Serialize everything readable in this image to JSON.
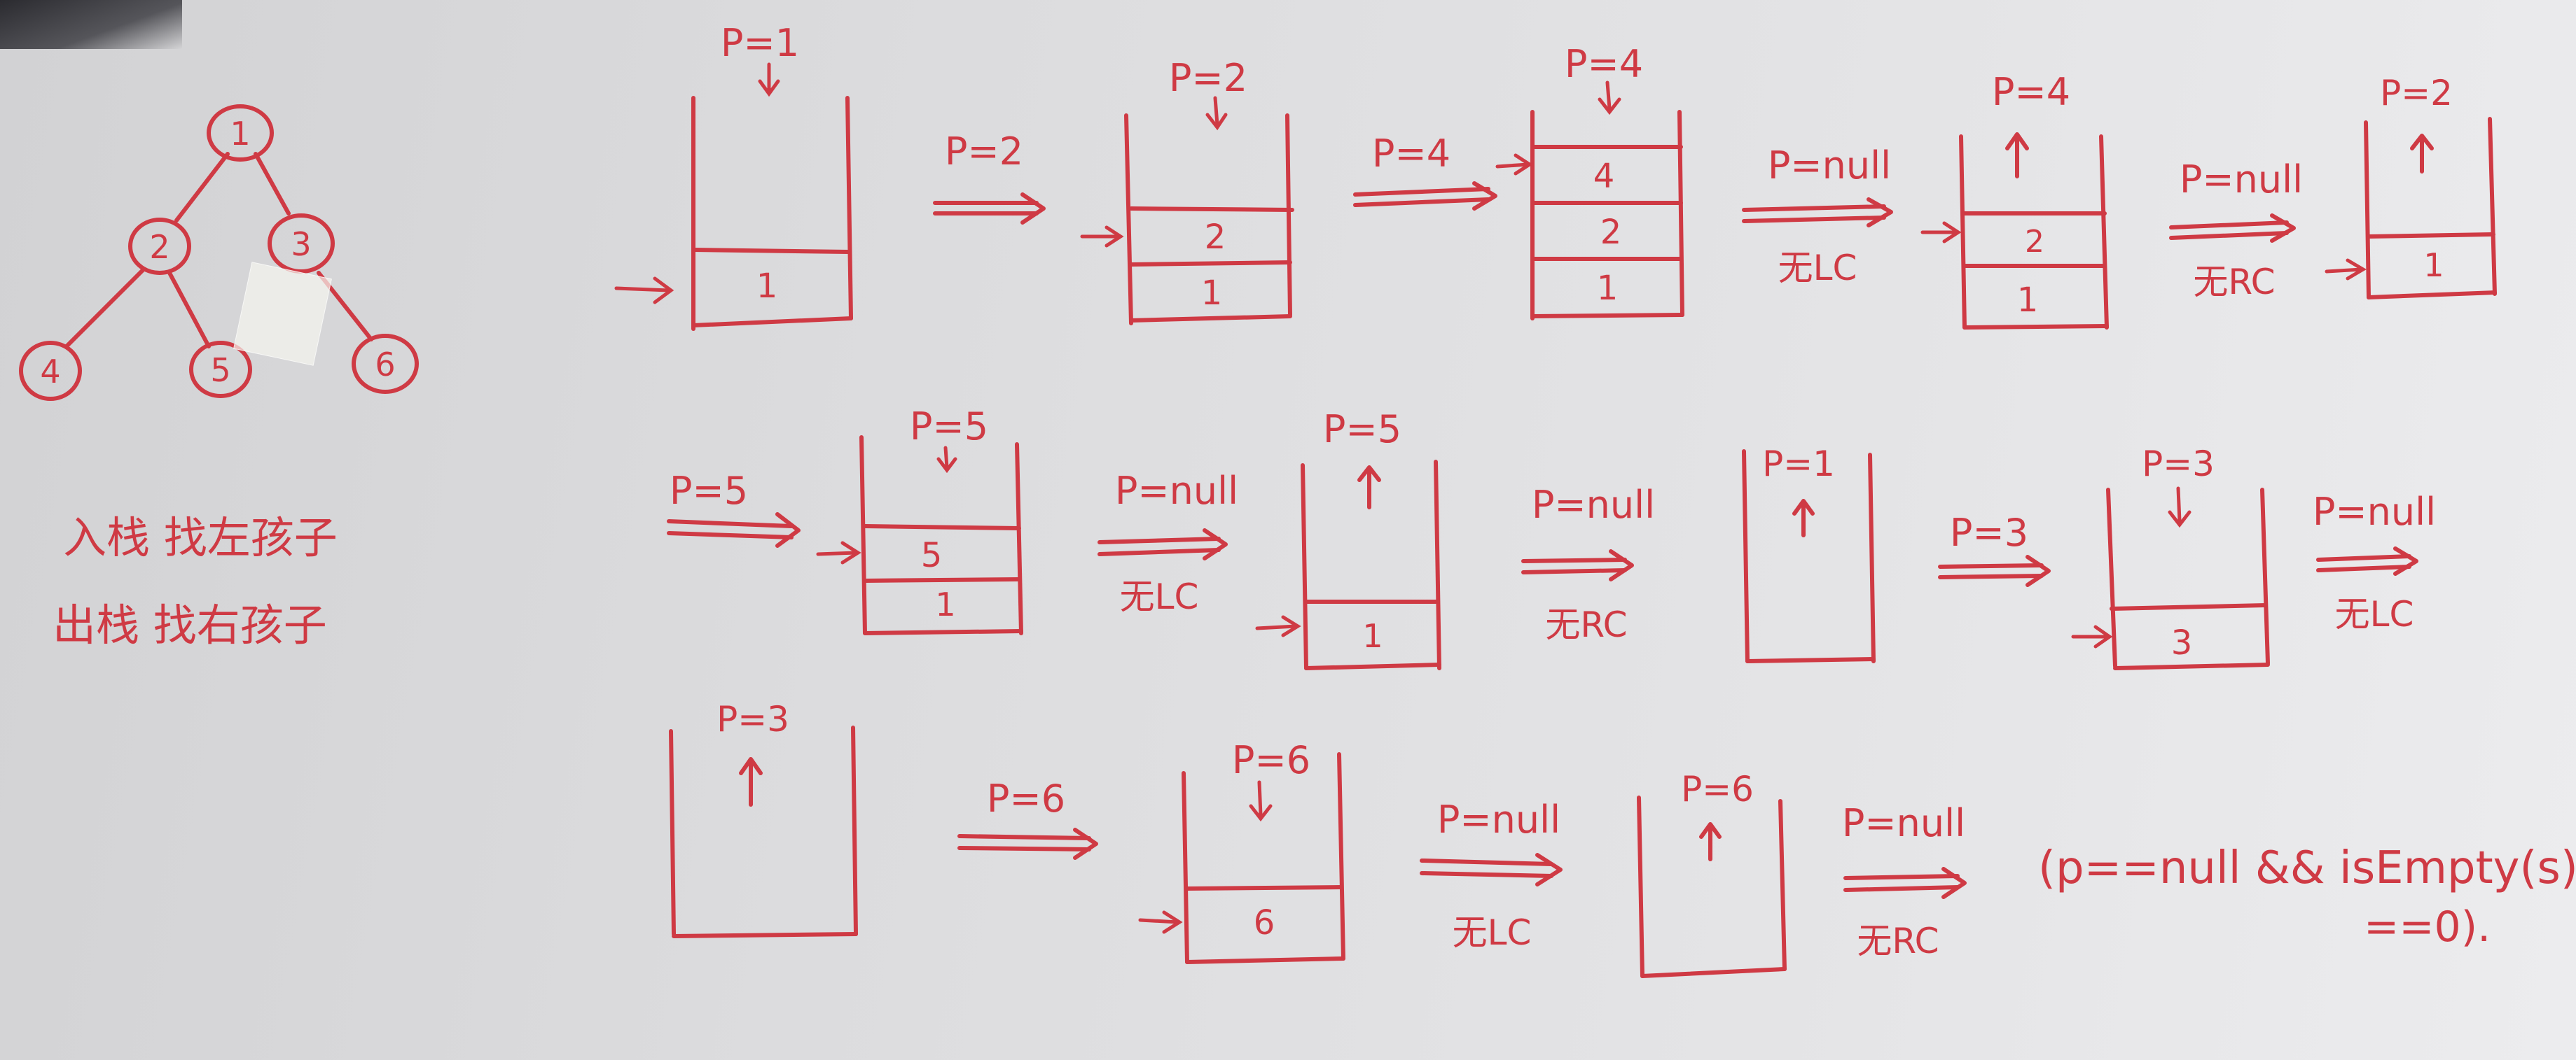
{
  "tree": {
    "nodes": [
      {
        "label": "1"
      },
      {
        "label": "2"
      },
      {
        "label": "3"
      },
      {
        "label": "4"
      },
      {
        "label": "5"
      },
      {
        "label": "6"
      }
    ]
  },
  "notes": {
    "line1": "入栈 找左孩子",
    "line2": "出栈 找右孩子"
  },
  "row1": {
    "s1": {
      "p": "P=1",
      "cells": [
        "1"
      ]
    },
    "t1": {
      "top": "P=2",
      "bottom": ""
    },
    "s2": {
      "p": "P=2",
      "cells": [
        "2",
        "1"
      ]
    },
    "t2": {
      "top": "P=4",
      "bottom": ""
    },
    "s3": {
      "p": "P=4",
      "cells": [
        "4",
        "2",
        "1"
      ]
    },
    "t3": {
      "top": "P=null",
      "bottom": "无LC"
    },
    "s4": {
      "p": "P=4",
      "cells": [
        "2",
        "1"
      ]
    },
    "t4": {
      "top": "P=null",
      "bottom": "无RC"
    },
    "s5": {
      "p": "P=2",
      "cells": [
        "1"
      ]
    }
  },
  "row2": {
    "t0": {
      "top": "P=5",
      "bottom": ""
    },
    "s1": {
      "p": "P=5",
      "cells": [
        "5",
        "1"
      ]
    },
    "t1": {
      "top": "P=null",
      "bottom": "无LC"
    },
    "s2": {
      "p": "P=5",
      "cells": [
        "1"
      ]
    },
    "t2": {
      "top": "P=null",
      "bottom": "无RC"
    },
    "s3": {
      "p": "P=1",
      "cells": []
    },
    "t3": {
      "top": "P=3",
      "bottom": ""
    },
    "s4": {
      "p": "P=3",
      "cells": [
        "3"
      ]
    },
    "t4": {
      "top": "P=null",
      "bottom": "无LC"
    }
  },
  "row3": {
    "s1": {
      "p": "P=3",
      "cells": []
    },
    "t1": {
      "top": "P=6",
      "bottom": ""
    },
    "s2": {
      "p": "P=6",
      "cells": [
        "6"
      ]
    },
    "t2": {
      "top": "P=null",
      "bottom": "无LC"
    },
    "s3": {
      "p": "P=6",
      "cells": []
    },
    "t3": {
      "top": "P=null",
      "bottom": "无RC"
    },
    "condition_line1": "(p==null && isEmpty(s)",
    "condition_line2": "==0)."
  }
}
